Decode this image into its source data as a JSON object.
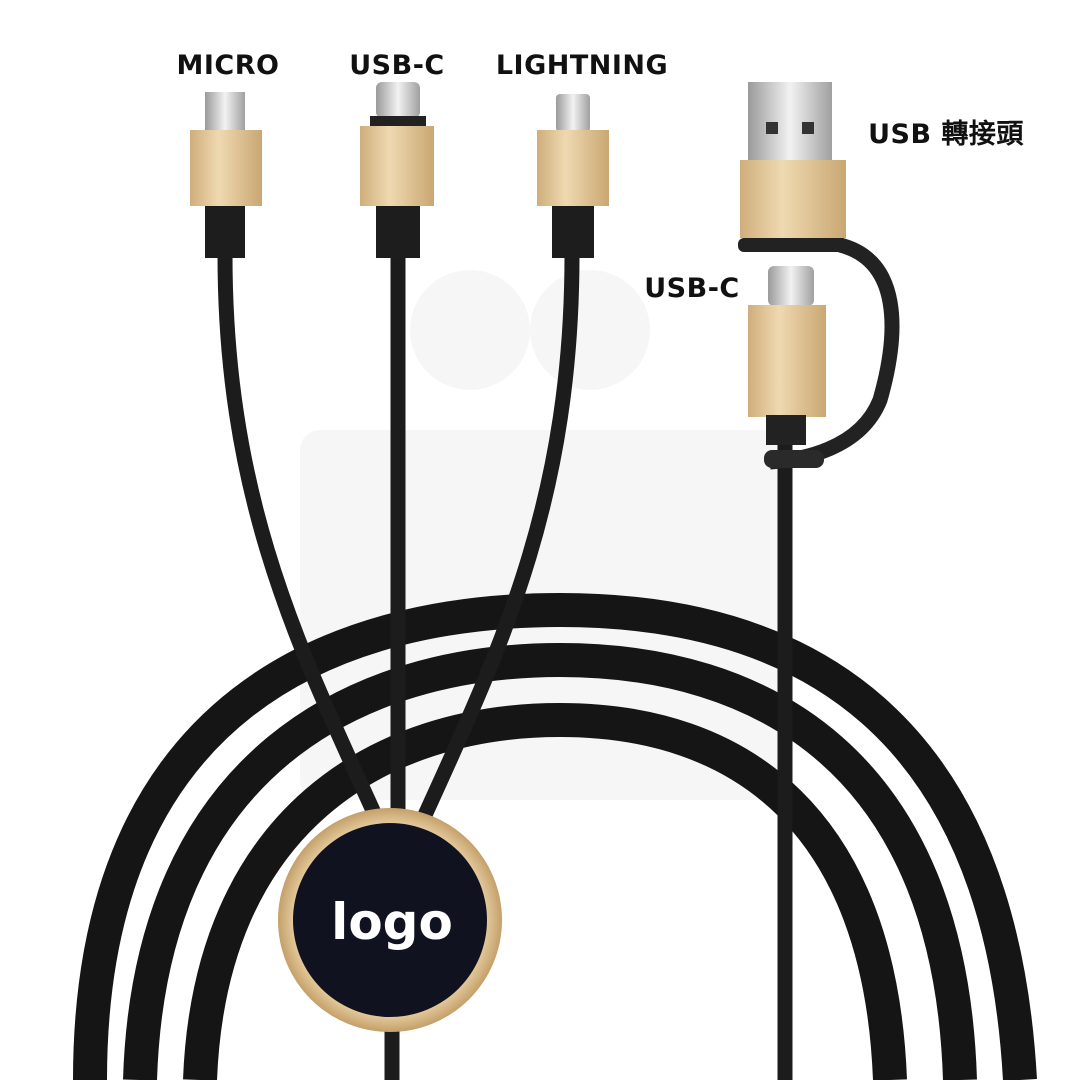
{
  "labels": {
    "micro": "MICRO",
    "usb_c_top": "USB-C",
    "lightning": "LIGHTNING",
    "usb_adapter": "USB 轉接頭",
    "usb_c_adapter": "USB-C"
  },
  "logo_text": "logo",
  "colors": {
    "cable": "#141414",
    "wood": "#e3c89a",
    "metal": "#c9c9c9"
  }
}
